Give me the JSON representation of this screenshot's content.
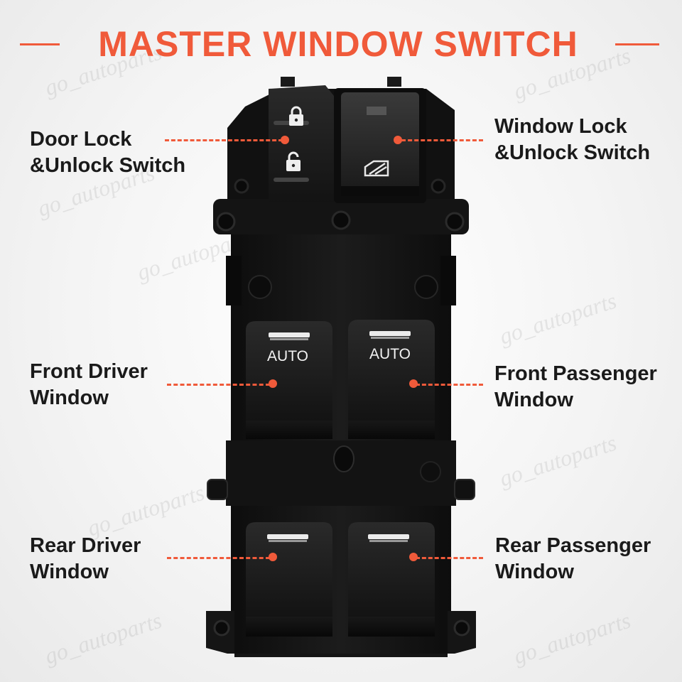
{
  "title": "MASTER WINDOW SWITCH",
  "watermark": "go_autoparts",
  "accent_color": "#f05a3a",
  "callouts": {
    "door_lock": {
      "line1": "Door Lock",
      "line2": "&Unlock Switch"
    },
    "window_lock": {
      "line1": "Window Lock",
      "line2": "&Unlock Switch"
    },
    "front_driver": {
      "line1": "Front Driver",
      "line2": "Window"
    },
    "front_passenger": {
      "line1": "Front Passenger",
      "line2": "Window"
    },
    "rear_driver": {
      "line1": "Rear Driver",
      "line2": "Window"
    },
    "rear_passenger": {
      "line1": "Rear Passenger",
      "line2": "Window"
    }
  },
  "switches": {
    "front_driver_label": "AUTO",
    "front_passenger_label": "AUTO"
  },
  "icons": {
    "lock": "lock-closed-icon",
    "unlock": "lock-open-icon",
    "window_lock": "window-lock-icon"
  }
}
